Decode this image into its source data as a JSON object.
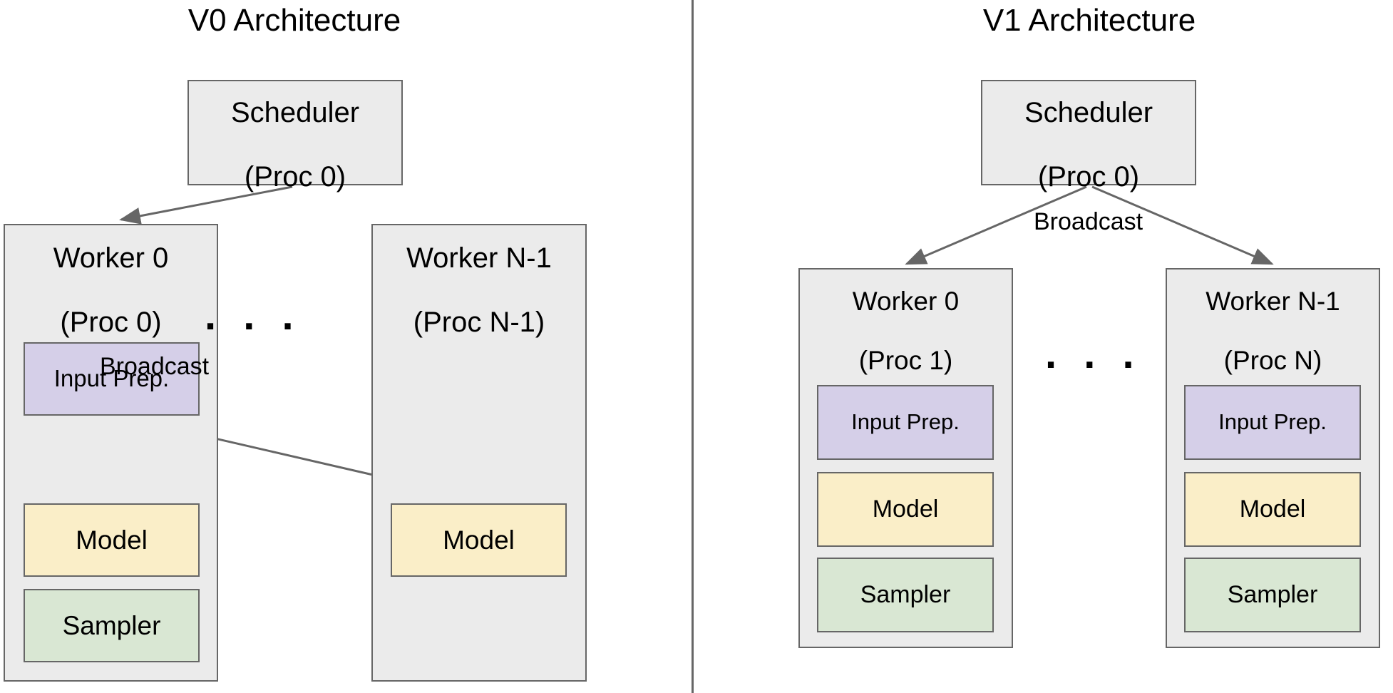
{
  "panels": [
    {
      "title": "V0 Architecture",
      "scheduler": {
        "line1": "Scheduler",
        "line2": "(Proc 0)"
      },
      "workers": [
        {
          "line1": "Worker 0",
          "line2": "(Proc 0)",
          "components": [
            {
              "label": "Input Prep.",
              "kind": "input"
            },
            {
              "label": "Model",
              "kind": "model"
            },
            {
              "label": "Sampler",
              "kind": "sampler"
            }
          ]
        },
        {
          "line1": "Worker N-1",
          "line2": "(Proc N-1)",
          "components": [
            {
              "label": "Model",
              "kind": "model"
            }
          ]
        }
      ],
      "edge_labels": [
        "Broadcast"
      ],
      "ellipsis": ". . ."
    },
    {
      "title": "V1 Architecture",
      "scheduler": {
        "line1": "Scheduler",
        "line2": "(Proc 0)"
      },
      "workers": [
        {
          "line1": "Worker 0",
          "line2": "(Proc 1)",
          "components": [
            {
              "label": "Input Prep.",
              "kind": "input"
            },
            {
              "label": "Model",
              "kind": "model"
            },
            {
              "label": "Sampler",
              "kind": "sampler"
            }
          ]
        },
        {
          "line1": "Worker N-1",
          "line2": "(Proc N)",
          "components": [
            {
              "label": "Input Prep.",
              "kind": "input"
            },
            {
              "label": "Model",
              "kind": "model"
            },
            {
              "label": "Sampler",
              "kind": "sampler"
            }
          ]
        }
      ],
      "edge_labels": [
        "Broadcast"
      ],
      "ellipsis": ". . ."
    }
  ],
  "colors": {
    "container_fill": "#ebebeb",
    "input_fill": "#d5cfe8",
    "model_fill": "#faeec8",
    "sampler_fill": "#d9e7d3",
    "stroke": "#666666",
    "background": "#ffffff"
  }
}
